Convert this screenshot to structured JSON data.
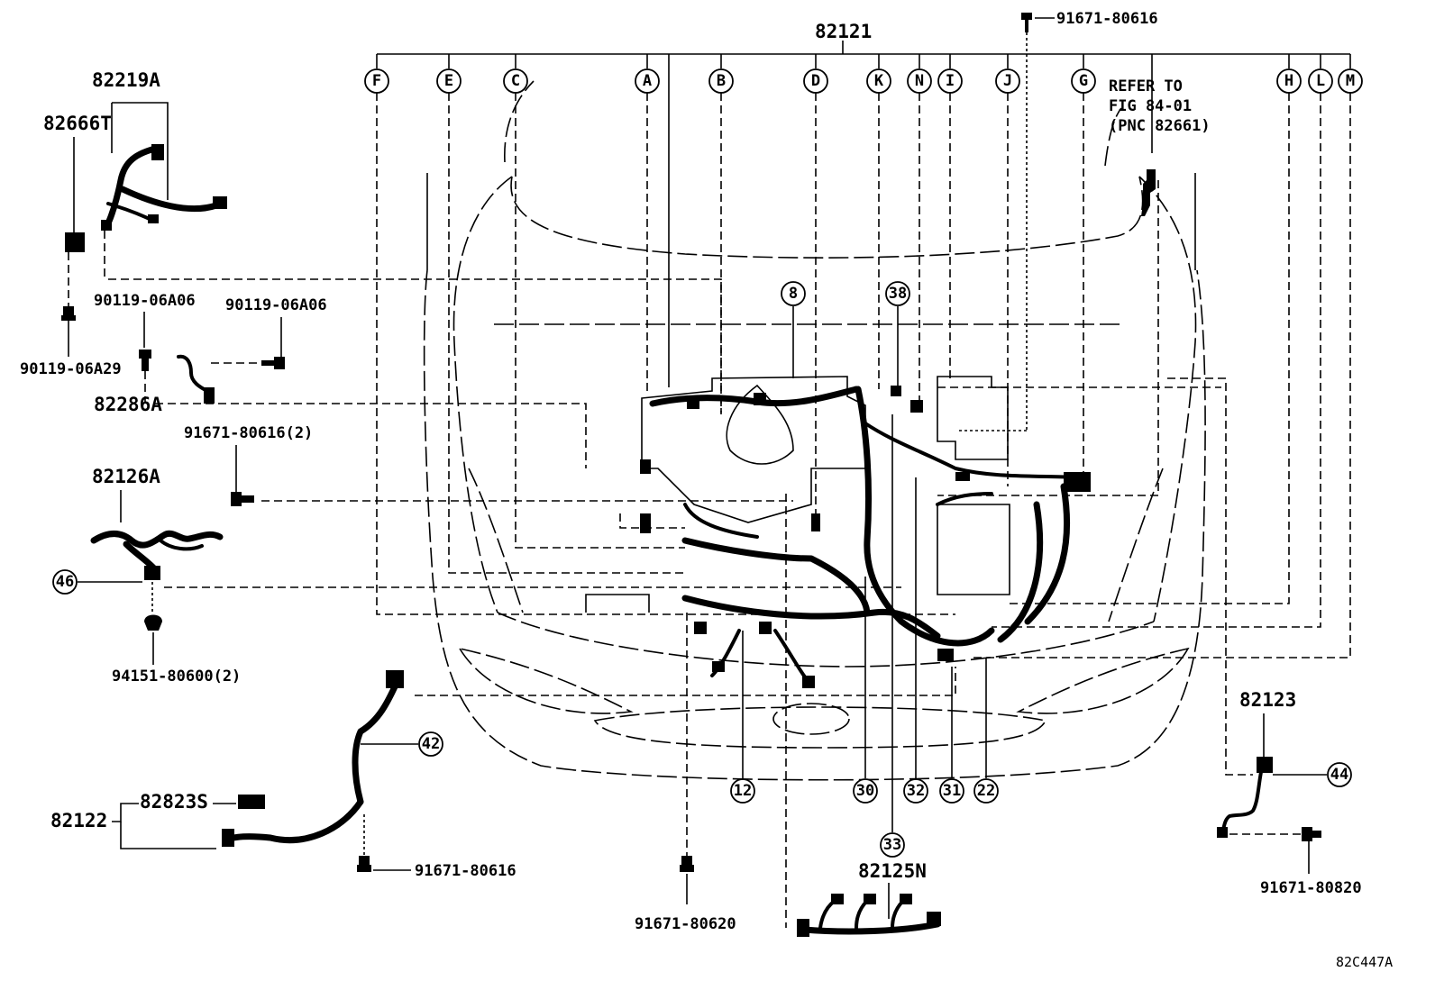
{
  "main_assembly": "82121",
  "top_bolt": "91671-80616",
  "connector_letters": [
    "F",
    "E",
    "C",
    "A",
    "B",
    "D",
    "K",
    "N",
    "I",
    "J",
    "G",
    "H",
    "L",
    "M"
  ],
  "refer_note": [
    "REFER TO",
    "FIG 84-01",
    "(PNC 82661)"
  ],
  "parts": {
    "p82219A": "82219A",
    "p82666T": "82666T",
    "p90119_06A06_a": "90119-06A06",
    "p90119_06A06_b": "90119-06A06",
    "p90119_06A29": "90119-06A29",
    "p82286A": "82286A",
    "p91671_80616_2": "91671-80616(2)",
    "p82126A": "82126A",
    "p94151_80600_2": "94151-80600(2)",
    "p82122": "82122",
    "p82823S": "82823S",
    "p91671_80616_b": "91671-80616",
    "p91671_80620": "91671-80620",
    "p82125N": "82125N",
    "p82123": "82123",
    "p91671_80820": "91671-80820"
  },
  "callouts": {
    "c8": "8",
    "c38": "38",
    "c46": "46",
    "c42": "42",
    "c44": "44",
    "c12": "12",
    "c30": "30",
    "c32": "32",
    "c31": "31",
    "c22": "22",
    "c33": "33"
  },
  "figure_code": "82C447A"
}
